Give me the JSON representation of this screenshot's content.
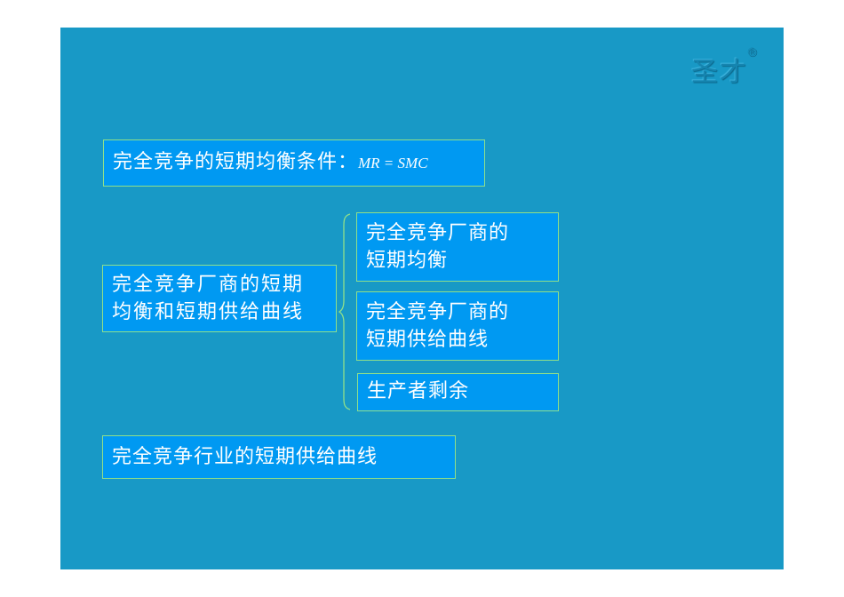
{
  "slide": {
    "background": "#1899c6",
    "box_fill": "#0099f2",
    "box_border": "#8fe08a",
    "text_color": "#ffffff"
  },
  "logo": {
    "text": "圣才",
    "registered_mark": "®"
  },
  "condition_box": {
    "text": "完全竞争的短期均衡条件：",
    "formula": "MR = SMC"
  },
  "left_box": {
    "line1": "完全竞争厂商的短期",
    "line2": "均衡和短期供给曲线"
  },
  "right_boxes": [
    {
      "line1": "完全竞争厂商的",
      "line2": "短期均衡"
    },
    {
      "line1": "完全竞争厂商的",
      "line2": "短期供给曲线"
    },
    {
      "line1": "生产者剩余"
    }
  ],
  "bottom_box": {
    "text": "完全竞争行业的短期供给曲线"
  }
}
